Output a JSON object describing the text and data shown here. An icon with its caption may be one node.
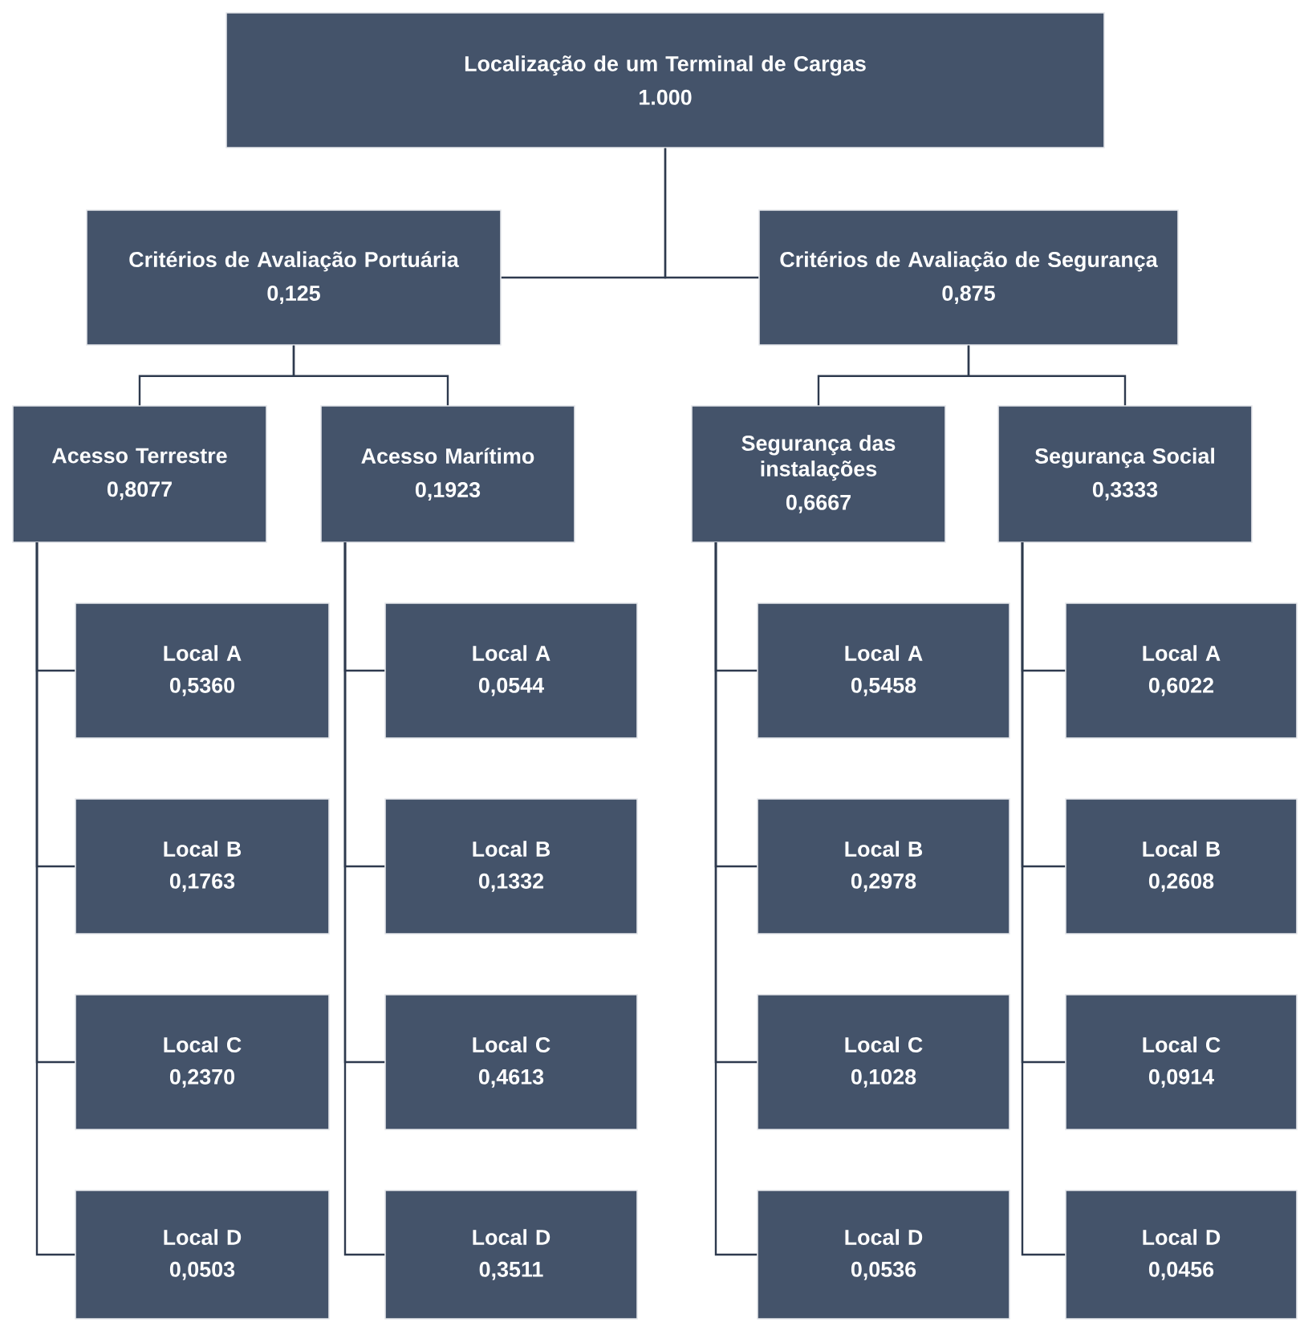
{
  "diagram": {
    "nodes": [
      {
        "text": [
          "Localização de um Terminal de Cargas",
          "1.000"
        ]
      },
      {
        "text": [
          "Critérios de Avaliação Portuária",
          "0,125"
        ]
      },
      {
        "text": [
          "Critérios de Avaliação de Segurança",
          "0,875"
        ]
      },
      {
        "text": [
          "Acesso Terrestre",
          "0,8077"
        ]
      },
      {
        "text": [
          "Acesso Marítimo",
          "0,1923"
        ]
      },
      {
        "text": [
          "Segurança das instalações",
          "0,6667"
        ]
      },
      {
        "text": [
          "Segurança Social",
          "0,3333"
        ]
      },
      {
        "text": [
          "Local A",
          "0,5360"
        ]
      },
      {
        "text": [
          "Local A",
          "0,0544"
        ]
      },
      {
        "text": [
          "Local A",
          "0,5458"
        ]
      },
      {
        "text": [
          "Local A",
          "0,6022"
        ]
      },
      {
        "text": [
          "Local B",
          "0,1763"
        ]
      },
      {
        "text": [
          "Local B",
          "0,1332"
        ]
      },
      {
        "text": [
          "Local B",
          "0,2978"
        ]
      },
      {
        "text": [
          "Local B",
          "0,2608"
        ]
      },
      {
        "text": [
          "Local C",
          "0,2370"
        ]
      },
      {
        "text": [
          "Local C",
          "0,4613"
        ]
      },
      {
        "text": [
          "Local C",
          "0,1028"
        ]
      },
      {
        "text": [
          "Local C",
          "0,0914"
        ]
      },
      {
        "text": [
          "Local D",
          "0,0503"
        ]
      },
      {
        "text": [
          "Local D",
          "0,3511"
        ]
      },
      {
        "text": [
          "Local D",
          "0,0536"
        ]
      },
      {
        "text": [
          "Local D",
          "0,0456"
        ]
      }
    ],
    "edges": [
      {
        "from": 0,
        "to": 1,
        "arrow": "none"
      },
      {
        "from": 0,
        "to": 2,
        "arrow": "none"
      },
      {
        "from": 1,
        "to": 3,
        "arrow": "none"
      },
      {
        "from": 1,
        "to": 4,
        "arrow": "none"
      },
      {
        "from": 2,
        "to": 5,
        "arrow": "none"
      },
      {
        "from": 2,
        "to": 6,
        "arrow": "none"
      },
      {
        "from": 3,
        "to": 7,
        "arrow": "none"
      },
      {
        "from": 3,
        "to": 11,
        "arrow": "none"
      },
      {
        "from": 3,
        "to": 15,
        "arrow": "none"
      },
      {
        "from": 3,
        "to": 19,
        "arrow": "none"
      },
      {
        "from": 4,
        "to": 8,
        "arrow": "none"
      },
      {
        "from": 4,
        "to": 12,
        "arrow": "none"
      },
      {
        "from": 4,
        "to": 16,
        "arrow": "none"
      },
      {
        "from": 4,
        "to": 20,
        "arrow": "none"
      },
      {
        "from": 5,
        "to": 9,
        "arrow": "none"
      },
      {
        "from": 5,
        "to": 13,
        "arrow": "none"
      },
      {
        "from": 5,
        "to": 17,
        "arrow": "none"
      },
      {
        "from": 5,
        "to": 21,
        "arrow": "none"
      },
      {
        "from": 6,
        "to": 10,
        "arrow": "none"
      },
      {
        "from": 6,
        "to": 14,
        "arrow": "none"
      },
      {
        "from": 6,
        "to": 18,
        "arrow": "none"
      },
      {
        "from": 6,
        "to": 22,
        "arrow": "none"
      }
    ]
  }
}
